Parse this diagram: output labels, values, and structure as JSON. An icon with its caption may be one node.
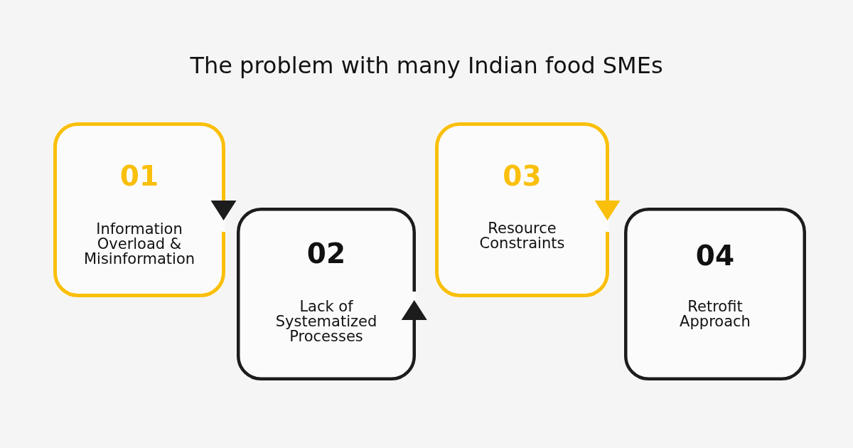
{
  "diagram": {
    "title": "The problem with many Indian food SMEs",
    "nodes": [
      {
        "text": [
          "01",
          "Information Overload & Misinformation"
        ]
      },
      {
        "text": [
          "02",
          "Lack of Systematized Processes"
        ]
      },
      {
        "text": [
          "03",
          "Resource Constraints"
        ]
      },
      {
        "text": [
          "04",
          "Retrofit Approach"
        ]
      }
    ],
    "edges": [
      {
        "from": 0,
        "to": 1,
        "arrow": "to"
      },
      {
        "from": 1,
        "to": 2,
        "arrow": "to"
      },
      {
        "from": 2,
        "to": 3,
        "arrow": "to",
        "color": "#f9bf0b"
      }
    ]
  }
}
